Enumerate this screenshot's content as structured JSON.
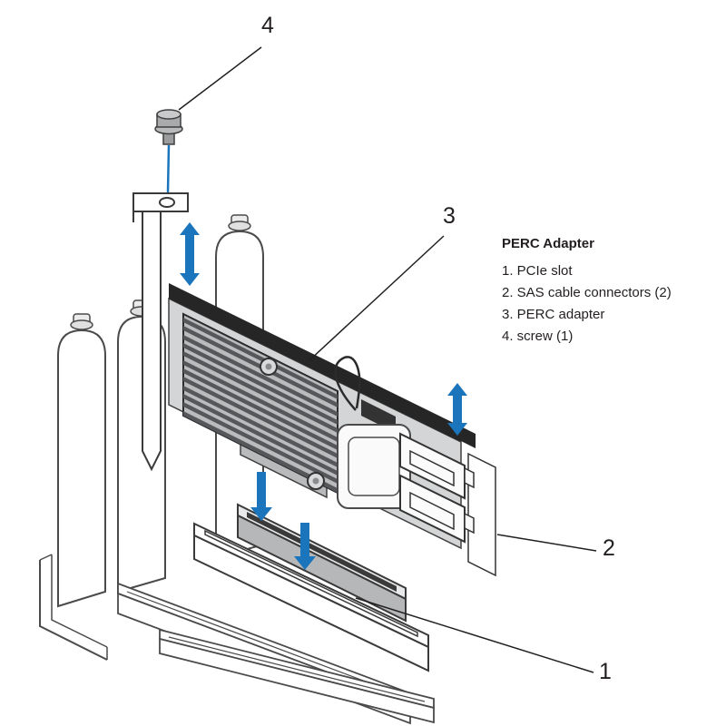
{
  "figure": {
    "legend": {
      "title": "PERC Adapter",
      "items": [
        "1. PCIe slot",
        "2. SAS cable connectors (2)",
        "3. PERC adapter",
        "4. screw (1)"
      ]
    },
    "callouts": {
      "pcie_slot": "1",
      "sas_connectors": "2",
      "perc_adapter": "3",
      "screw": "4"
    },
    "colors": {
      "arrow_blue": "#1b75bc",
      "line_ink": "#231f20",
      "background": "#ffffff"
    }
  }
}
